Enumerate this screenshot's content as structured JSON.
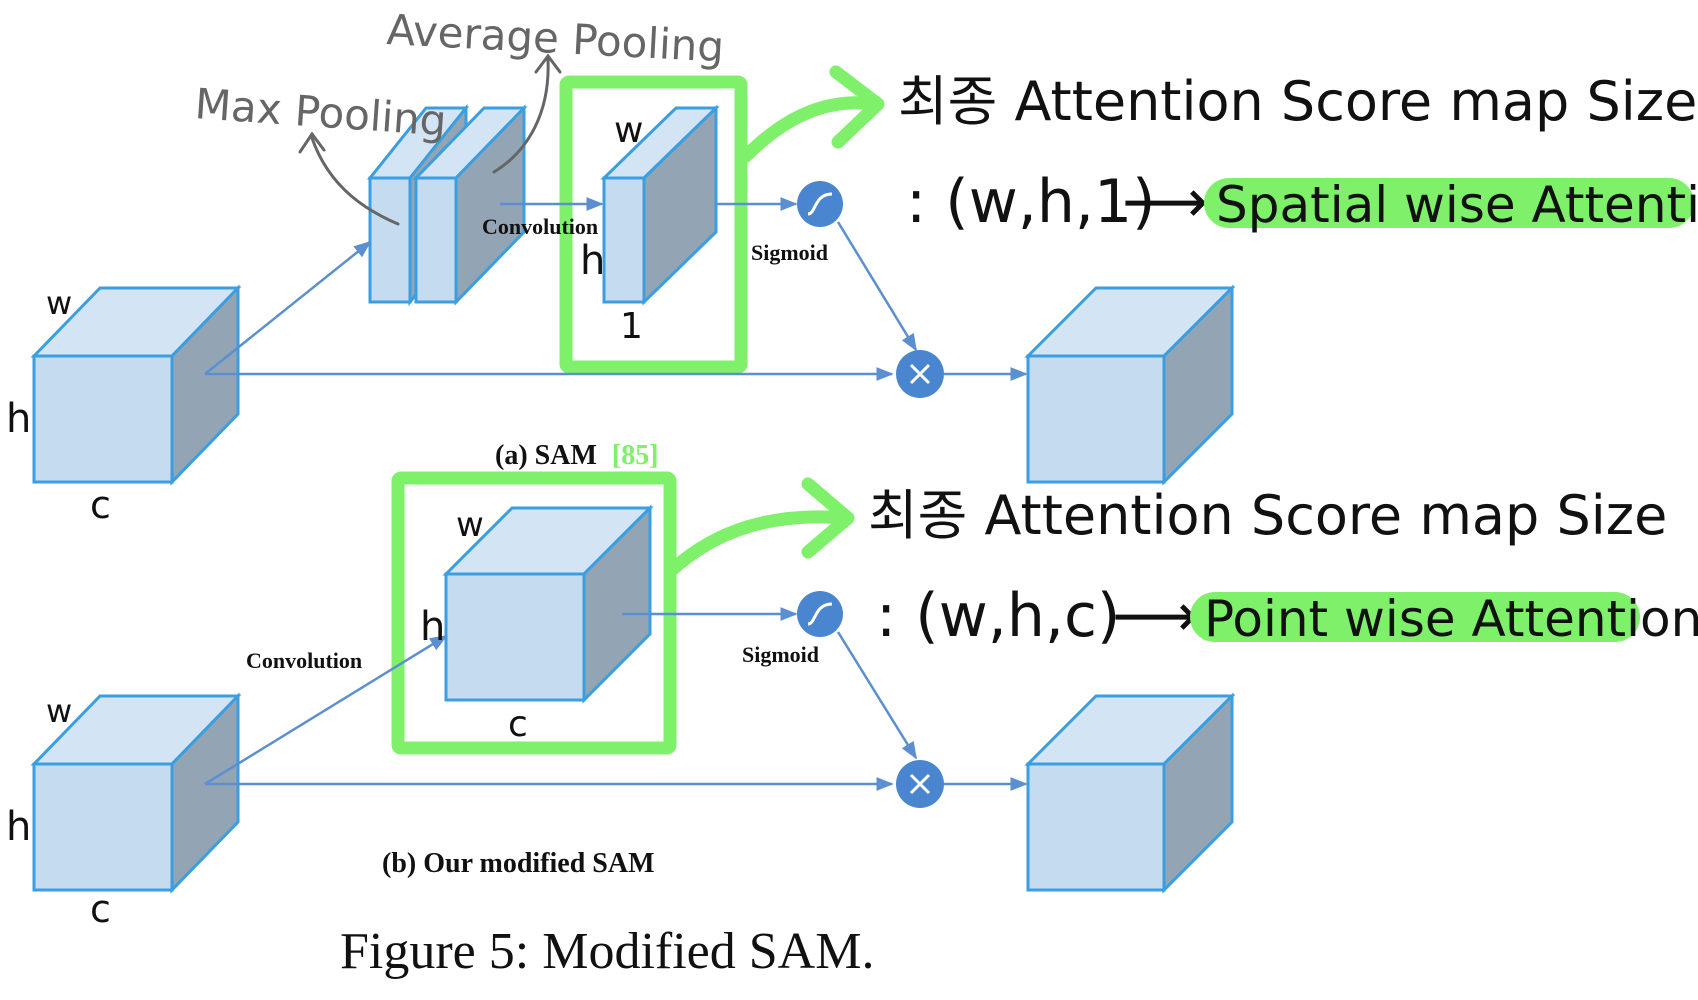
{
  "sam": {
    "caption_prefix": "(a) SAM",
    "caption_ref": "[85]",
    "max_pooling": "Max Pooling",
    "avg_pooling": "Average Pooling",
    "convolution": "Convolution",
    "sigmoid": "Sigmoid",
    "input_w": "w",
    "input_h": "h",
    "input_c": "c",
    "map_w": "w",
    "map_h": "h",
    "map_c": "1",
    "annot_title": "최종 Attention Score map Size",
    "annot_dims": ": (w,h,1)",
    "annot_arrow": "⟶",
    "annot_result": "Spatial wise Attention"
  },
  "modified": {
    "caption": "(b) Our modified SAM",
    "convolution": "Convolution",
    "sigmoid": "Sigmoid",
    "input_w": "w",
    "input_h": "h",
    "input_c": "c",
    "map_w": "w",
    "map_h": "h",
    "map_c": "c",
    "annot_title": "최종 Attention Score map Size",
    "annot_dims": ": (w,h,c)",
    "annot_arrow": "⟶",
    "annot_result": "Point wise Attention"
  },
  "figure_caption": "Figure 5: Modified SAM.",
  "colors": {
    "cube_front": "#c5dcf0",
    "cube_top": "#d3e5f5",
    "cube_side": "#93a5b4",
    "cube_stroke": "#3a9ee0",
    "arrow": "#5b8fd0",
    "node": "#4a86d0",
    "highlight": "#7ef06a",
    "ink": "#111111",
    "pencil": "#666666"
  },
  "icons": {
    "sigmoid_node": "sigmoid-icon",
    "multiply_node": "multiply-icon"
  }
}
